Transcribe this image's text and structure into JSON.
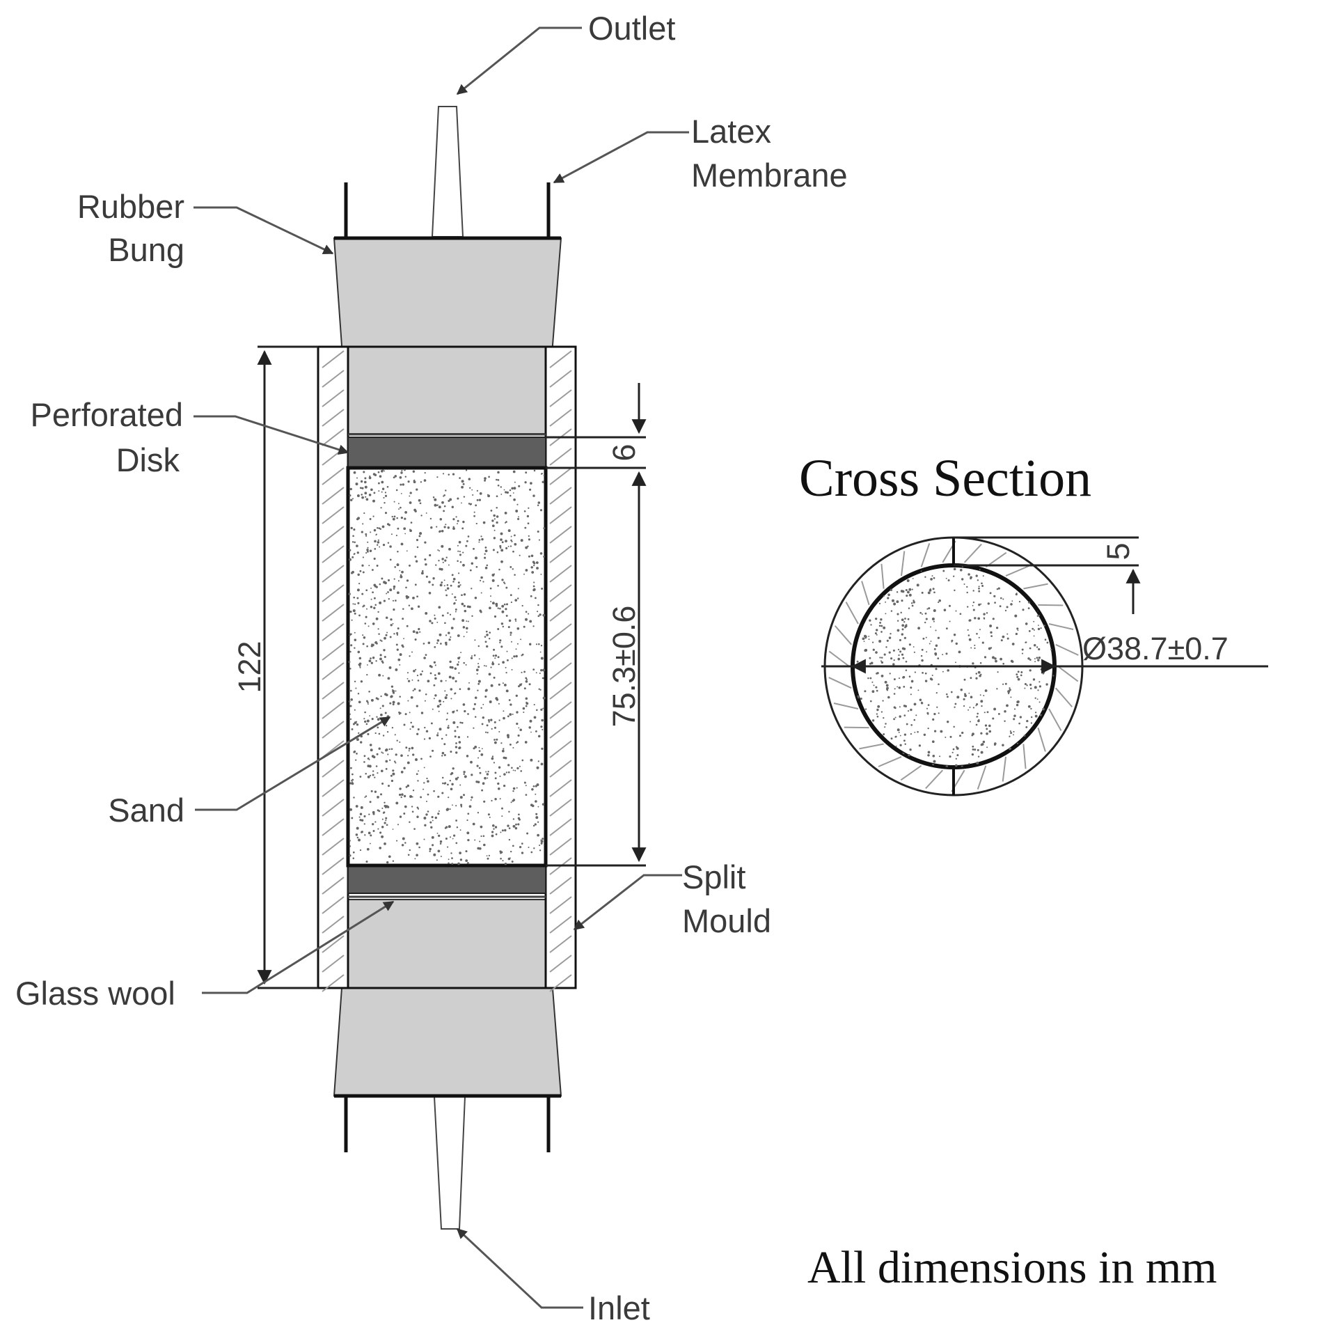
{
  "labels": {
    "outlet": "Outlet",
    "latex_line1": "Latex",
    "latex_line2": "Membrane",
    "rubber_line1": "Rubber",
    "rubber_line2": "Bung",
    "perforated_line1": "Perforated",
    "perforated_line2": "Disk",
    "sand": "Sand",
    "split_line1": "Split",
    "split_line2": "Mould",
    "glass_wool": "Glass wool",
    "inlet": "Inlet"
  },
  "dimensions": {
    "total_height": "122",
    "disk_thickness": "6",
    "sample_height": "75.3±0.6",
    "wall_thickness": "5",
    "diameter": "Ø38.7±0.7"
  },
  "cross_section": {
    "title": "Cross Section"
  },
  "note": "All dimensions in mm",
  "colors": {
    "bung": "#cfcfcf",
    "disk": "#5e5e5e",
    "line": "#111111",
    "sand_dots": "#666666"
  }
}
